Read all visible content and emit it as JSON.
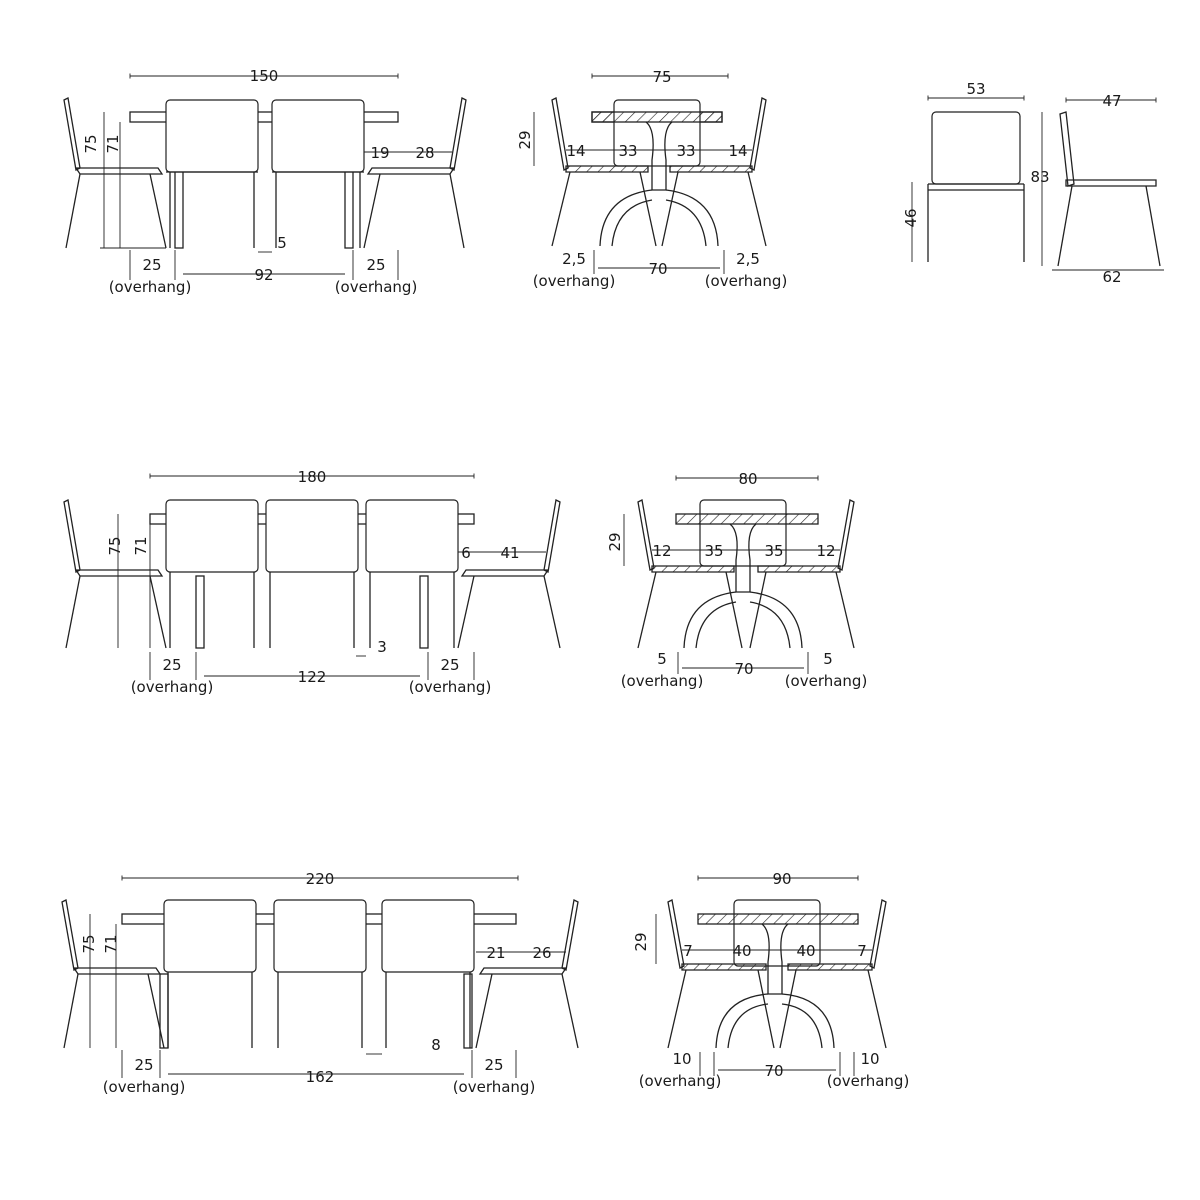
{
  "row1": {
    "front": {
      "total": "150",
      "table_h": "75",
      "apron_h": "71",
      "chair_gap": "19",
      "chair_depth": "28",
      "leg_w": "5",
      "overhang_l": "25",
      "overhang_r": "25",
      "leg_span": "92",
      "overhang_label_l": "(overhang)",
      "overhang_label_r": "(overhang)"
    },
    "side": {
      "width": "75",
      "seat_h": "29",
      "m1": "14",
      "m2": "33",
      "m3": "33",
      "m4": "14",
      "ov_l": "2,5",
      "ov_r": "2,5",
      "base": "70",
      "overhang_label_l": "(overhang)",
      "overhang_label_r": "(overhang)"
    },
    "chair_front": {
      "width": "53",
      "seat_h": "46"
    },
    "chair_side": {
      "depth": "47",
      "height": "83",
      "base": "62"
    }
  },
  "row2": {
    "front": {
      "total": "180",
      "table_h": "75",
      "apron_h": "71",
      "chair_gap": "6",
      "chair_depth": "41",
      "leg_w": "3",
      "overhang_l": "25",
      "overhang_r": "25",
      "leg_span": "122",
      "overhang_label_l": "(overhang)",
      "overhang_label_r": "(overhang)"
    },
    "side": {
      "width": "80",
      "seat_h": "29",
      "m1": "12",
      "m2": "35",
      "m3": "35",
      "m4": "12",
      "ov_l": "5",
      "ov_r": "5",
      "base": "70",
      "overhang_label_l": "(overhang)",
      "overhang_label_r": "(overhang)"
    }
  },
  "row3": {
    "front": {
      "total": "220",
      "table_h": "75",
      "apron_h": "71",
      "chair_gap": "21",
      "chair_depth": "26",
      "leg_w": "8",
      "overhang_l": "25",
      "overhang_r": "25",
      "leg_span": "162",
      "overhang_label_l": "(overhang)",
      "overhang_label_r": "(overhang)"
    },
    "side": {
      "width": "90",
      "seat_h": "29",
      "m1": "7",
      "m2": "40",
      "m3": "40",
      "m4": "7",
      "ov_l": "10",
      "ov_r": "10",
      "base": "70",
      "overhang_label_l": "(overhang)",
      "overhang_label_r": "(overhang)"
    }
  }
}
